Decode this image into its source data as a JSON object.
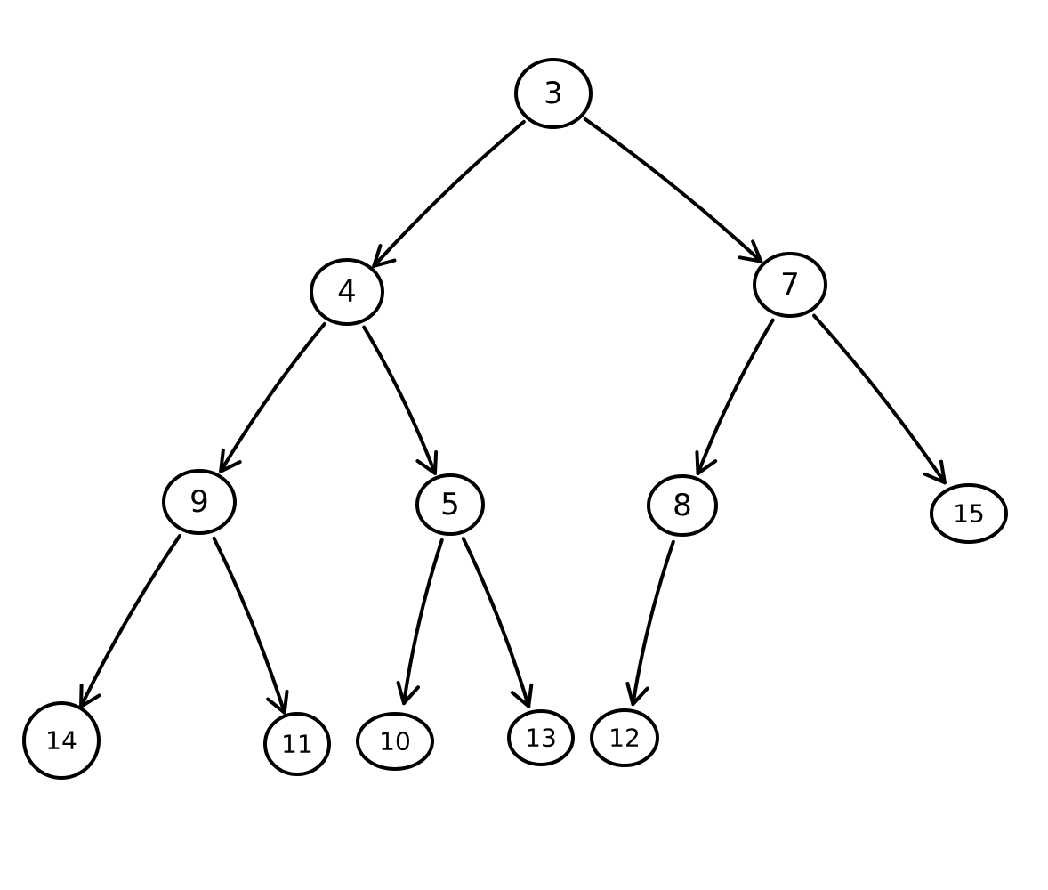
{
  "diagram": {
    "nodes": [
      {
        "id": "n3",
        "label": "3"
      },
      {
        "id": "n4",
        "label": "4"
      },
      {
        "id": "n7",
        "label": "7"
      },
      {
        "id": "n9",
        "label": "9"
      },
      {
        "id": "n5",
        "label": "5"
      },
      {
        "id": "n8",
        "label": "8"
      },
      {
        "id": "n15",
        "label": "15"
      },
      {
        "id": "n14",
        "label": "14"
      },
      {
        "id": "n11",
        "label": "11"
      },
      {
        "id": "n10",
        "label": "10"
      },
      {
        "id": "n13",
        "label": "13"
      },
      {
        "id": "n12",
        "label": "12"
      }
    ],
    "edges": [
      {
        "from": "n3",
        "to": "n4"
      },
      {
        "from": "n3",
        "to": "n7"
      },
      {
        "from": "n4",
        "to": "n9"
      },
      {
        "from": "n4",
        "to": "n5"
      },
      {
        "from": "n7",
        "to": "n8"
      },
      {
        "from": "n7",
        "to": "n15"
      },
      {
        "from": "n9",
        "to": "n14"
      },
      {
        "from": "n9",
        "to": "n11"
      },
      {
        "from": "n5",
        "to": "n10"
      },
      {
        "from": "n5",
        "to": "n13"
      },
      {
        "from": "n8",
        "to": "n12"
      }
    ],
    "colors": {
      "ink": "#000000",
      "background": "#ffffff"
    }
  }
}
